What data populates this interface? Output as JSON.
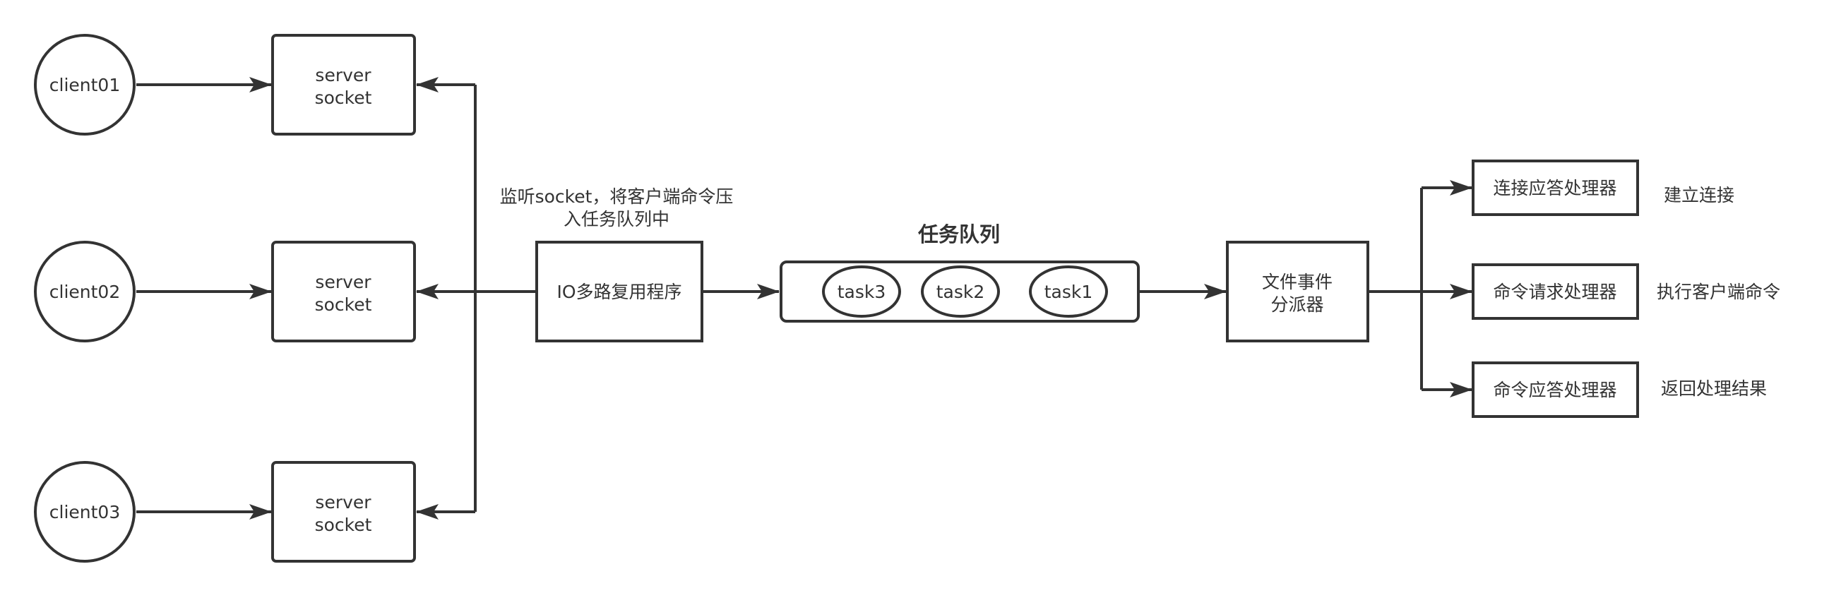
{
  "diagram": {
    "colors": {
      "stroke": "#333333",
      "fill": "#ffffff",
      "text": "#333333"
    },
    "clients": [
      {
        "label": "client01"
      },
      {
        "label": "client02"
      },
      {
        "label": "client03"
      }
    ],
    "server_sockets": [
      {
        "line1": "server",
        "line2": "socket"
      },
      {
        "line1": "server",
        "line2": "socket"
      },
      {
        "line1": "server",
        "line2": "socket"
      }
    ],
    "io_note": {
      "line1": "监听socket，将客户端命令压",
      "line2": "入任务队列中"
    },
    "io_multiplexer": {
      "label": "IO多路复用程序"
    },
    "task_queue": {
      "title": "任务队列",
      "tasks": [
        {
          "label": "task3"
        },
        {
          "label": "task2"
        },
        {
          "label": "task1"
        }
      ]
    },
    "dispatcher": {
      "line1": "文件事件",
      "line2": "分派器"
    },
    "handlers": [
      {
        "label": "连接应答处理器",
        "note": "建立连接"
      },
      {
        "label": "命令请求处理器",
        "note": "执行客户端命令"
      },
      {
        "label": "命令应答处理器",
        "note": "返回处理结果"
      }
    ]
  }
}
